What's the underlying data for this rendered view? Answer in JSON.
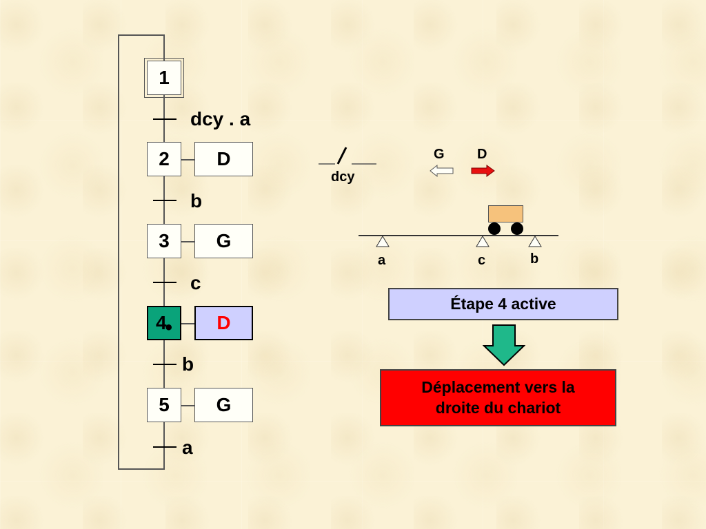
{
  "grafcet": {
    "steps": [
      {
        "number": "1",
        "action": ""
      },
      {
        "number": "2",
        "action": "D"
      },
      {
        "number": "3",
        "action": "G"
      },
      {
        "number": "4",
        "action": "D"
      },
      {
        "number": "5",
        "action": "G"
      }
    ],
    "transitions": [
      "dcy . a",
      "b",
      "c",
      "b",
      "a"
    ],
    "active_step": "4",
    "token": "•"
  },
  "system": {
    "switch_label": "dcy",
    "direction_left": "G",
    "direction_right": "D",
    "sensors": [
      "a",
      "c",
      "b"
    ]
  },
  "status": {
    "active_text": "Étape 4 active",
    "action_text_line1": "Déplacement vers la",
    "action_text_line2": "droite du chariot"
  },
  "colors": {
    "active_step": "#0aa37a",
    "active_action": "#cfd0ff",
    "action_text": "#ff0000",
    "status_box": "#cfd0ff",
    "action_box": "#ff0000",
    "down_arrow": "#1fb88a",
    "cart": "#f6c27c"
  }
}
